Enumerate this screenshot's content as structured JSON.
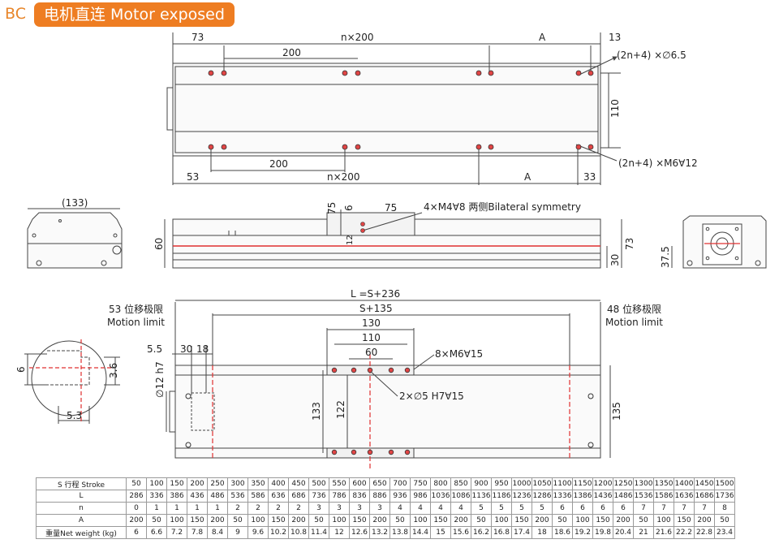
{
  "header": {
    "code": "BC",
    "title": "电机直连 Motor exposed"
  },
  "top_view": {
    "dim_73": "73",
    "dim_n200_top": "n×200",
    "dim_A_top": "A",
    "dim_13": "13",
    "dim_200_top": "200",
    "dim_holes_top": "(2n+4) ×∅6.5",
    "dim_110": "110",
    "dim_200_bottom": "200",
    "dim_53": "53",
    "dim_n200_bottom": "n×200",
    "dim_A_bottom": "A",
    "dim_33": "33",
    "dim_holes_bottom": "(2n+4) ×M6∀12"
  },
  "end_view_left": {
    "dim_133": "(133)"
  },
  "side_view": {
    "dim_75v": "75",
    "dim_6": "6",
    "dim_75h": "75",
    "note": "4×M4∀8 两侧Bilateral symmetry",
    "dim_12": "12",
    "dim_60": "60",
    "dim_73": "73",
    "dim_30": "30"
  },
  "end_view_right": {
    "dim_37_5": "37.5"
  },
  "plan_view": {
    "dim_L": "L =S+236",
    "dim_S135": "S+135",
    "limit_left_cn": "53 位移极限",
    "limit_left_en": "Motion limit",
    "limit_right_cn": "48 位移极限",
    "limit_right_en": "Motion limit",
    "dim_130": "130",
    "dim_110": "110",
    "dim_60": "60",
    "note_m6": "8×M6∀15",
    "note_pin": "2×∅5 H7∀15",
    "dim_55": "5.5",
    "dim_30": "30",
    "dim_18": "18",
    "dim_shaft": "∅12 h7",
    "dim_133": "133",
    "dim_122": "122",
    "dim_135": "135"
  },
  "shaft_detail": {
    "dim_6": "6",
    "dim_3_6": "3.6",
    "dim_5_3": "5.3"
  },
  "spec_table": {
    "rows": [
      {
        "label": "S  行程  Stroke",
        "values": [
          "50",
          "100",
          "150",
          "200",
          "250",
          "300",
          "350",
          "400",
          "450",
          "500",
          "550",
          "600",
          "650",
          "700",
          "750",
          "800",
          "850",
          "900",
          "950",
          "1000",
          "1050",
          "1100",
          "1150",
          "1200",
          "1250",
          "1300",
          "1350",
          "1400",
          "1450",
          "1500"
        ]
      },
      {
        "label": "L",
        "values": [
          "286",
          "336",
          "386",
          "436",
          "486",
          "536",
          "586",
          "636",
          "686",
          "736",
          "786",
          "836",
          "886",
          "936",
          "986",
          "1036",
          "1086",
          "1136",
          "1186",
          "1236",
          "1286",
          "1336",
          "1386",
          "1436",
          "1486",
          "1536",
          "1586",
          "1636",
          "1686",
          "1736"
        ]
      },
      {
        "label": "n",
        "values": [
          "0",
          "1",
          "1",
          "1",
          "1",
          "2",
          "2",
          "2",
          "2",
          "3",
          "3",
          "3",
          "3",
          "4",
          "4",
          "4",
          "4",
          "5",
          "5",
          "5",
          "5",
          "6",
          "6",
          "6",
          "6",
          "7",
          "7",
          "7",
          "7",
          "8"
        ]
      },
      {
        "label": "A",
        "values": [
          "200",
          "50",
          "100",
          "150",
          "200",
          "50",
          "100",
          "150",
          "200",
          "50",
          "100",
          "150",
          "200",
          "50",
          "100",
          "150",
          "200",
          "50",
          "100",
          "150",
          "200",
          "50",
          "100",
          "150",
          "200",
          "50",
          "100",
          "150",
          "200",
          "50"
        ]
      },
      {
        "label": "重量Net weight (kg)",
        "values": [
          "6",
          "6.6",
          "7.2",
          "7.8",
          "8.4",
          "9",
          "9.6",
          "10.2",
          "10.8",
          "11.4",
          "12",
          "12.6",
          "13.2",
          "13.8",
          "14.4",
          "15",
          "15.6",
          "16.2",
          "16.8",
          "17.4",
          "18",
          "18.6",
          "19.2",
          "19.8",
          "20.4",
          "21",
          "21.6",
          "22.2",
          "22.8",
          "23.4"
        ]
      }
    ]
  }
}
